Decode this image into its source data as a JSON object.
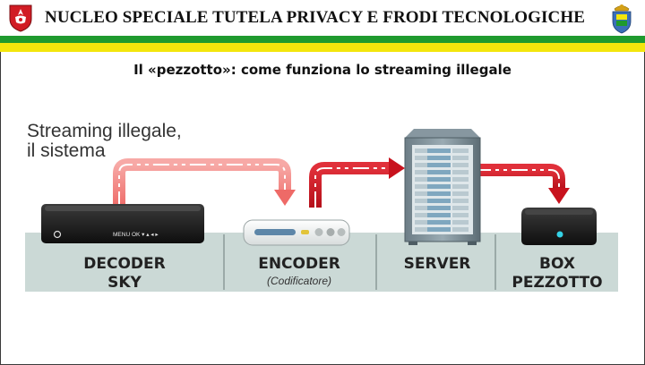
{
  "header": {
    "title": "NUCLEO SPECIALE TUTELA PRIVACY E FRODI TECNOLOGICHE"
  },
  "subtitle": "Il «pezzotto»: come funziona lo streaming illegale",
  "diagram": {
    "heading_line1": "Streaming illegale,",
    "heading_line2": "il sistema",
    "decoder_panel_text": "MENU  OK  ▾  ▴  ◂  ▸",
    "stages": [
      {
        "line1": "DECODER",
        "line2": "SKY"
      },
      {
        "line1": "ENCODER",
        "line2": "(Codificatore)"
      },
      {
        "line1": "SERVER",
        "line2": ""
      },
      {
        "line1": "BOX",
        "line2": "PEZZOTTO"
      }
    ]
  },
  "colors": {
    "green": "#1f9a2e",
    "yellow": "#f3e60c",
    "arrow_light": "#ef7a78",
    "arrow_dark": "#c8121d",
    "panel": "#cbd9d6"
  }
}
